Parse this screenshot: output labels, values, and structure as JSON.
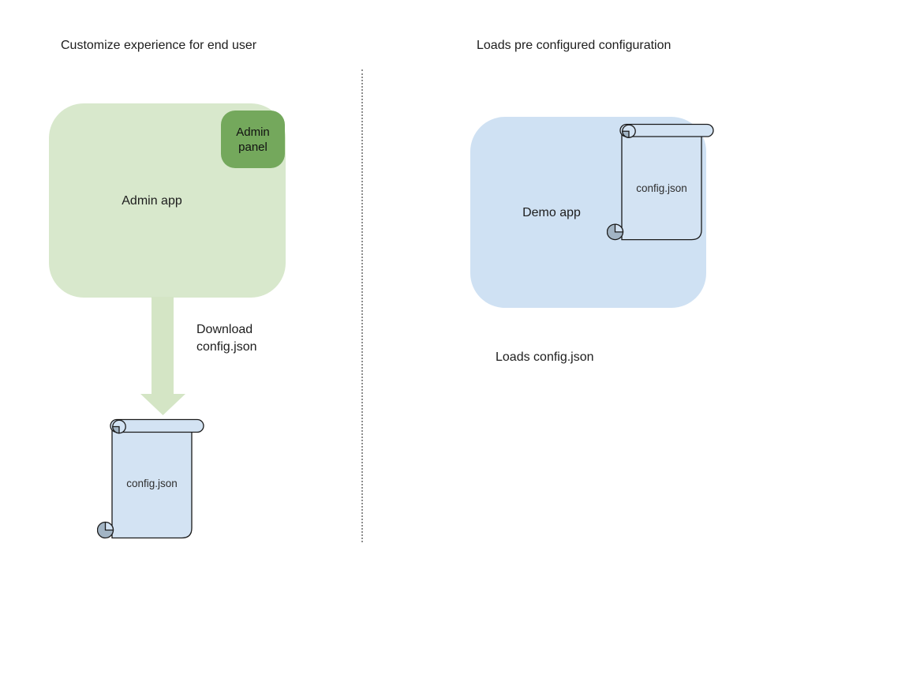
{
  "diagram": {
    "left": {
      "title": "Customize experience for end user",
      "admin_app_label": "Admin app",
      "admin_panel_label": "Admin panel",
      "download_label_line1": "Download",
      "download_label_line2": "config.json",
      "config_file_label": "config.json"
    },
    "right": {
      "title": "Loads pre configured configuration",
      "demo_app_label": "Demo app",
      "config_file_label": "config.json",
      "caption": "Loads config.json"
    }
  },
  "colors": {
    "admin_app_fill": "#d8e8cc",
    "admin_panel_fill": "#74a85c",
    "arrow_fill": "#d4e5c5",
    "demo_app_fill": "#cfe1f3",
    "scroll_fill": "#d3e3f3",
    "scroll_curl_fill": "#a2b4c4",
    "shape_outline": "#1a1a1a",
    "text_color": "#1d1d1d",
    "separator_color": "#8d8d8d"
  },
  "icons": {
    "down_arrow": "down-arrow-icon",
    "left_config_scroll": "scroll-shape-icon",
    "right_config_scroll": "scroll-shape-icon",
    "divider": "dotted-separator"
  }
}
